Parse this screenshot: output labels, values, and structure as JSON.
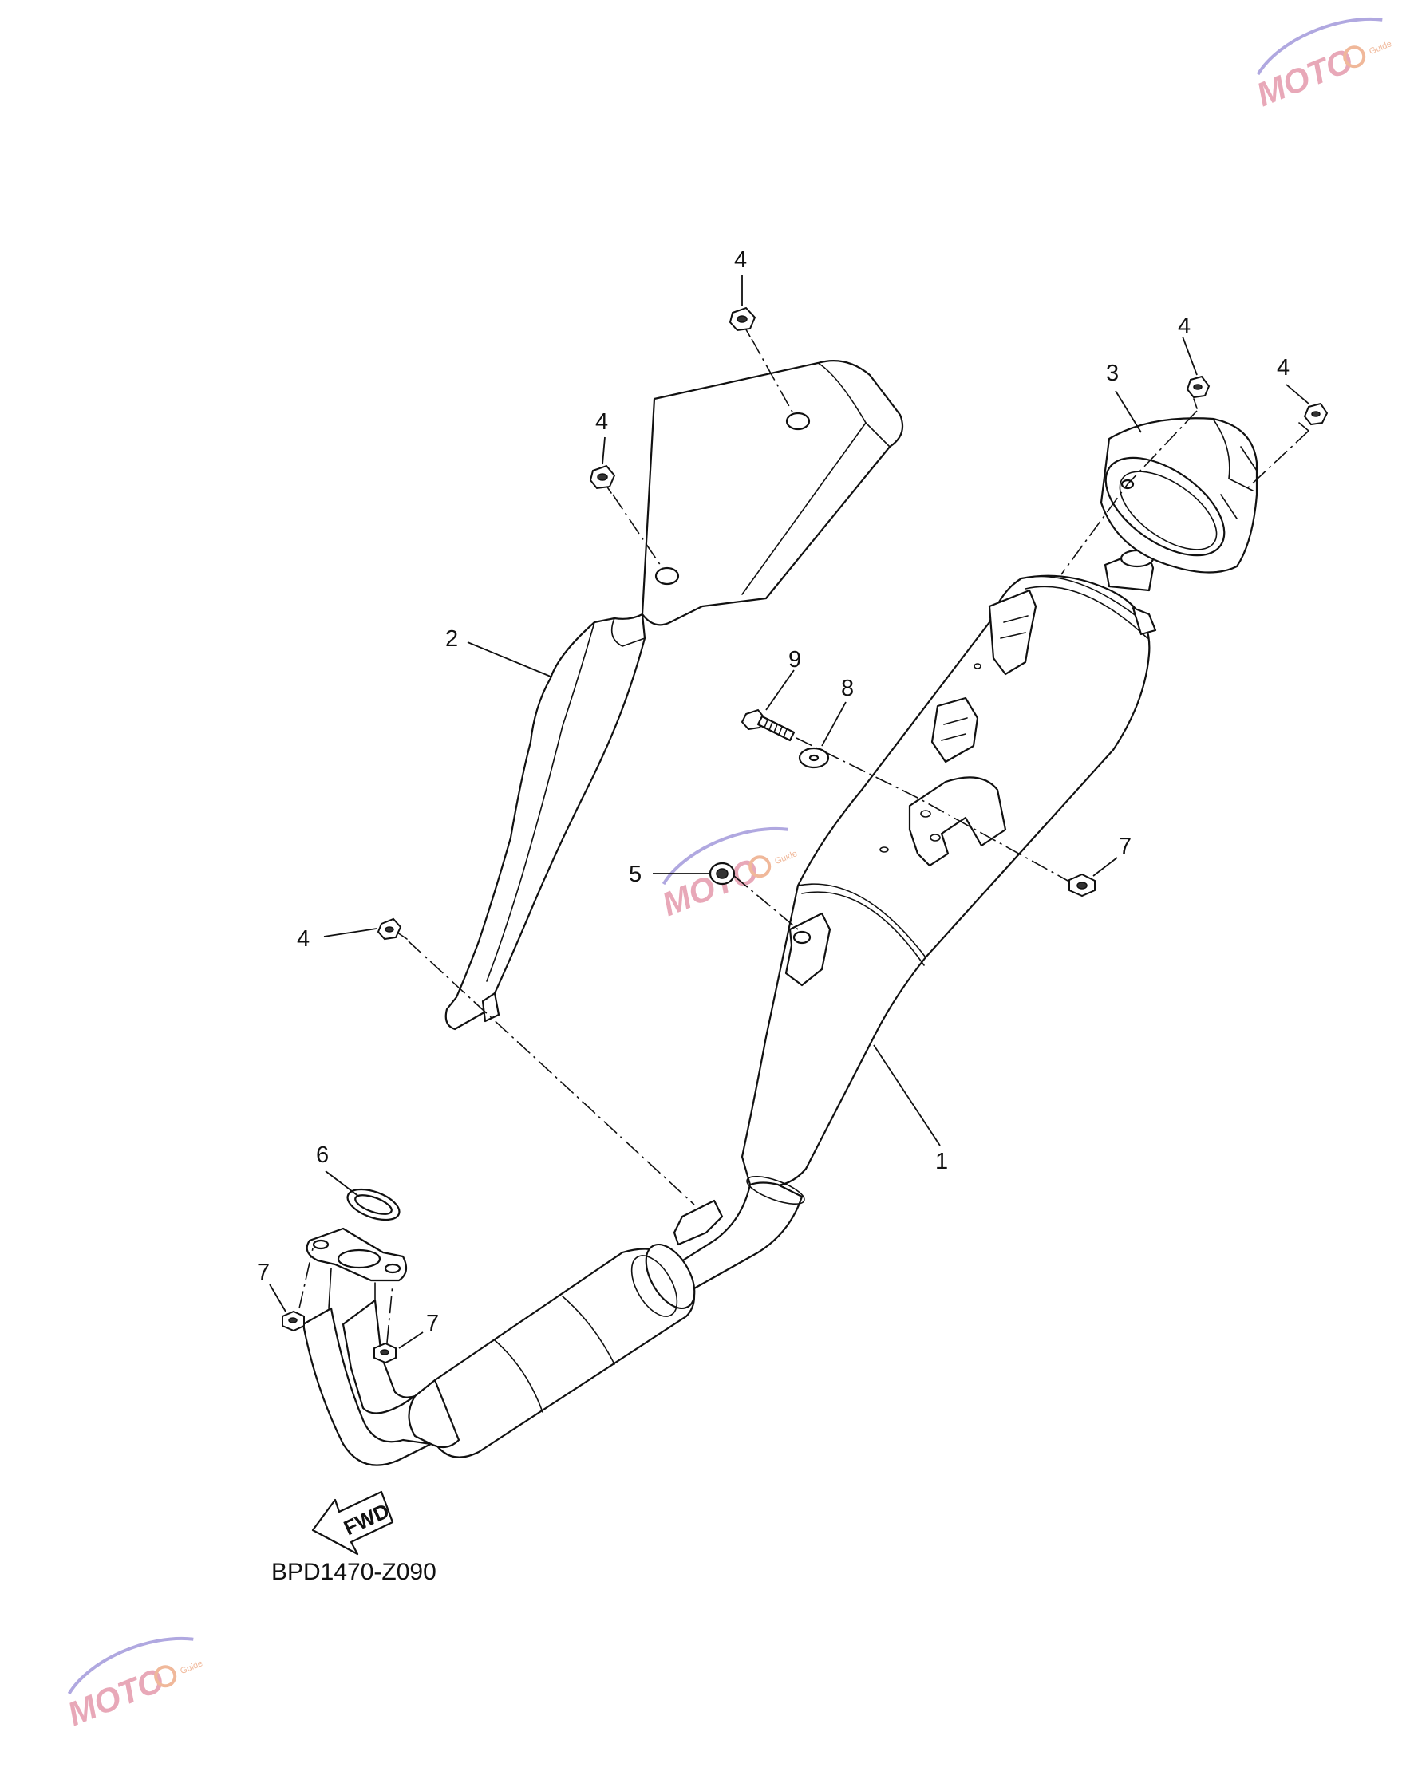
{
  "callouts": {
    "c1": "1",
    "c2": "2",
    "c3": "3",
    "c4a": "4",
    "c4b": "4",
    "c4c": "4",
    "c4d": "4",
    "c4e": "4",
    "c5": "5",
    "c6": "6",
    "c7a": "7",
    "c7b": "7",
    "c7c": "7",
    "c8": "8",
    "c9": "9"
  },
  "direction_label": "FWD",
  "diagram_code": "BPD1470-Z090",
  "watermark": {
    "logo_text": "MOTO",
    "tag_text": "Guide"
  },
  "colors": {
    "line": "#111111",
    "background": "#ffffff",
    "watermark_pink": "#e8a8b8",
    "watermark_orange": "#f0b89a"
  }
}
